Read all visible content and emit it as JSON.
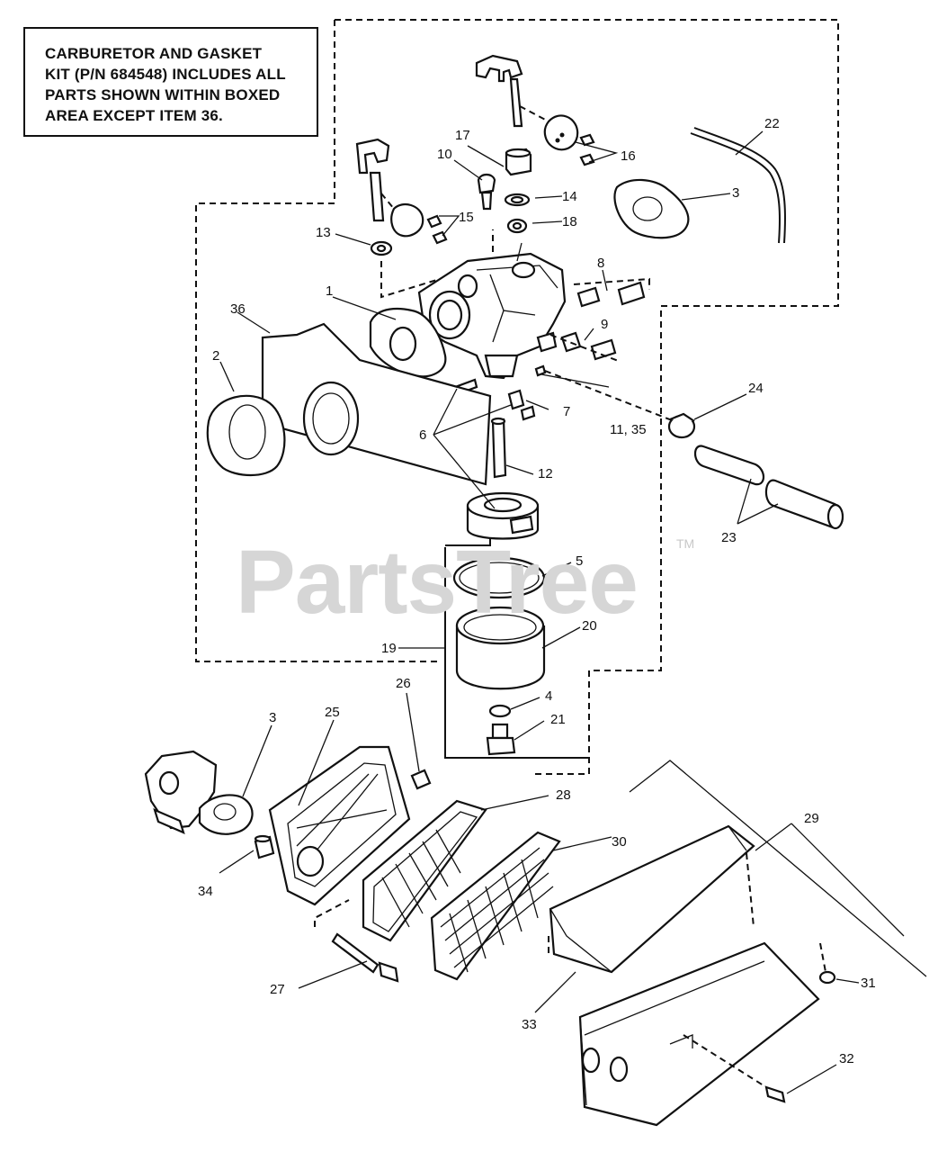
{
  "note": {
    "lines": [
      "CARBURETOR AND GASKET",
      "KIT (P/N 684548) INCLUDES ALL",
      "PARTS SHOWN WITHIN BOXED",
      "AREA EXCEPT ITEM 36."
    ]
  },
  "watermark": {
    "text": "PartsTree",
    "trademark": "TM"
  },
  "callouts": {
    "c1": "1",
    "c2": "2",
    "c3a": "3",
    "c3b": "3",
    "c4": "4",
    "c5": "5",
    "c6": "6",
    "c7": "7",
    "c8": "8",
    "c9": "9",
    "c10": "10",
    "c11": "11, 35",
    "c12": "12",
    "c13": "13",
    "c14": "14",
    "c15": "15",
    "c16": "16",
    "c17": "17",
    "c18": "18",
    "c19": "19",
    "c20": "20",
    "c21": "21",
    "c22": "22",
    "c23": "23",
    "c24": "24",
    "c25": "25",
    "c26": "26",
    "c27": "27",
    "c28": "28",
    "c29": "29",
    "c30": "30",
    "c31": "31",
    "c32": "32",
    "c33": "33",
    "c34": "34",
    "c36": "36"
  }
}
